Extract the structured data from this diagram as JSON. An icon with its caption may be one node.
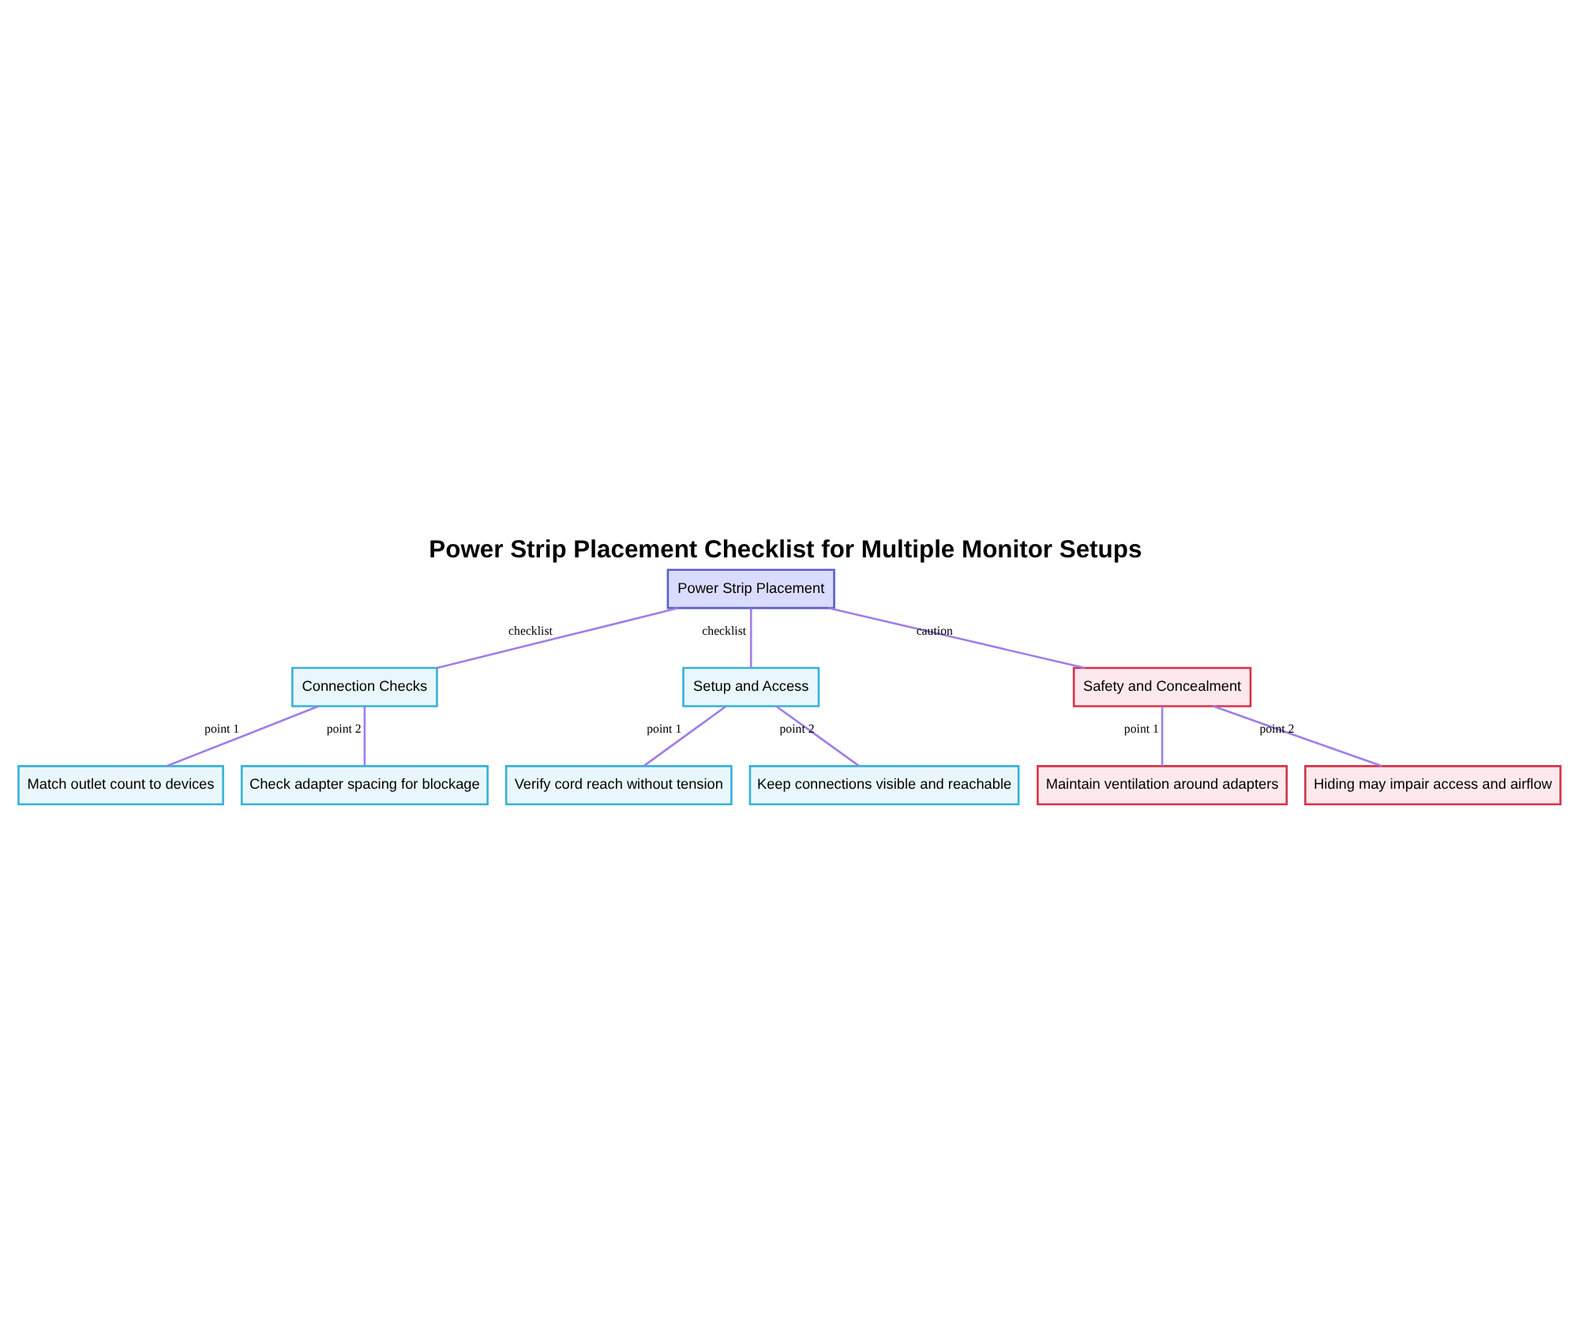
{
  "diagram": {
    "title": "Power Strip Placement Checklist for Multiple Monitor Setups",
    "nodes": [
      {
        "text": [
          "Power Strip Placement"
        ]
      },
      {
        "text": [
          "Connection Checks"
        ]
      },
      {
        "text": [
          "Setup and Access"
        ]
      },
      {
        "text": [
          "Safety and Concealment"
        ]
      },
      {
        "text": [
          "Match outlet count to devices"
        ]
      },
      {
        "text": [
          "Check adapter spacing for blockage"
        ]
      },
      {
        "text": [
          "Verify cord reach without tension"
        ]
      },
      {
        "text": [
          "Keep connections visible and reachable"
        ]
      },
      {
        "text": [
          "Maintain ventilation around adapters"
        ]
      },
      {
        "text": [
          "Hiding may impair access and airflow"
        ]
      }
    ],
    "edges": [
      {
        "from": 0,
        "to": 1,
        "arrow": "none",
        "label": "checklist"
      },
      {
        "from": 0,
        "to": 2,
        "arrow": "none",
        "label": "checklist"
      },
      {
        "from": 0,
        "to": 3,
        "arrow": "none",
        "label": "caution"
      },
      {
        "from": 1,
        "to": 4,
        "arrow": "none",
        "label": "point 1"
      },
      {
        "from": 1,
        "to": 5,
        "arrow": "none",
        "label": "point 2"
      },
      {
        "from": 2,
        "to": 6,
        "arrow": "none",
        "label": "point 1"
      },
      {
        "from": 2,
        "to": 7,
        "arrow": "none",
        "label": "point 2"
      },
      {
        "from": 3,
        "to": 8,
        "arrow": "none",
        "label": "point 1"
      },
      {
        "from": 3,
        "to": 9,
        "arrow": "none",
        "label": "point 2"
      }
    ]
  }
}
